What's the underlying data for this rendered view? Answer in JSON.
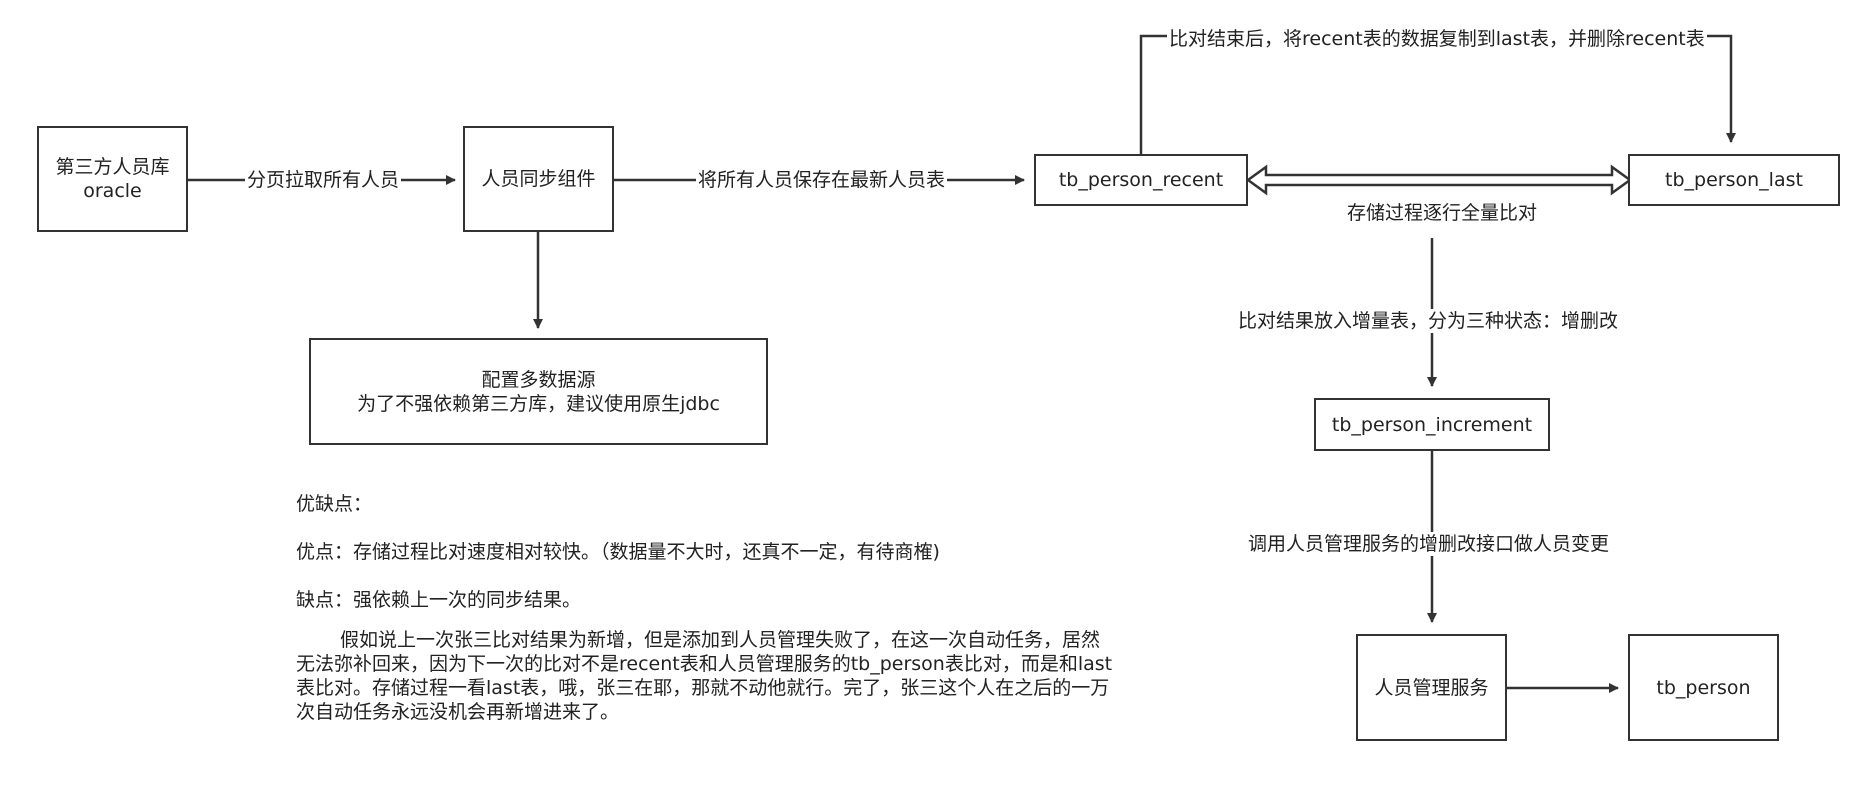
{
  "nodes": {
    "third_party_db": [
      "第三方人员库",
      "oracle"
    ],
    "sync_component": "人员同步组件",
    "datasource": [
      "配置多数据源",
      "为了不强依赖第三方库，建议使用原生jdbc"
    ],
    "tb_person_recent": "tb_person_recent",
    "tb_person_last": "tb_person_last",
    "tb_person_increment": "tb_person_increment",
    "person_service": "人员管理服务",
    "tb_person": "tb_person"
  },
  "edges": {
    "fetch": "分页拉取所有人员",
    "save_recent": "将所有人员保存在最新人员表",
    "copy_after_compare": "比对结束后，将recent表的数据复制到last表，并删除recent表",
    "compare": "存储过程逐行全量比对",
    "increment": "比对结果放入增量表，分为三种状态：增删改",
    "call_service": "调用人员管理服务的增删改接口做人员变更"
  },
  "notes": {
    "title": "优缺点：",
    "pros": "优点：存储过程比对速度相对较快。（数据量不大时，还真不一定，有待商榷)",
    "cons": "缺点：强依赖上一次的同步结果。",
    "detail": "假如说上一次张三比对结果为新增，但是添加到人员管理失败了，在这一次自动任务，居然无法弥补回来，因为下一次的比对不是recent表和人员管理服务的tb_person表比对，而是和last表比对。存储过程一看last表，哦，张三在耶，那就不动他就行。完了，张三这个人在之后的一万次自动任务永远没机会再新增进来了。"
  },
  "colors": {
    "line": "#333333",
    "text": "#222222",
    "background": "#ffffff"
  }
}
